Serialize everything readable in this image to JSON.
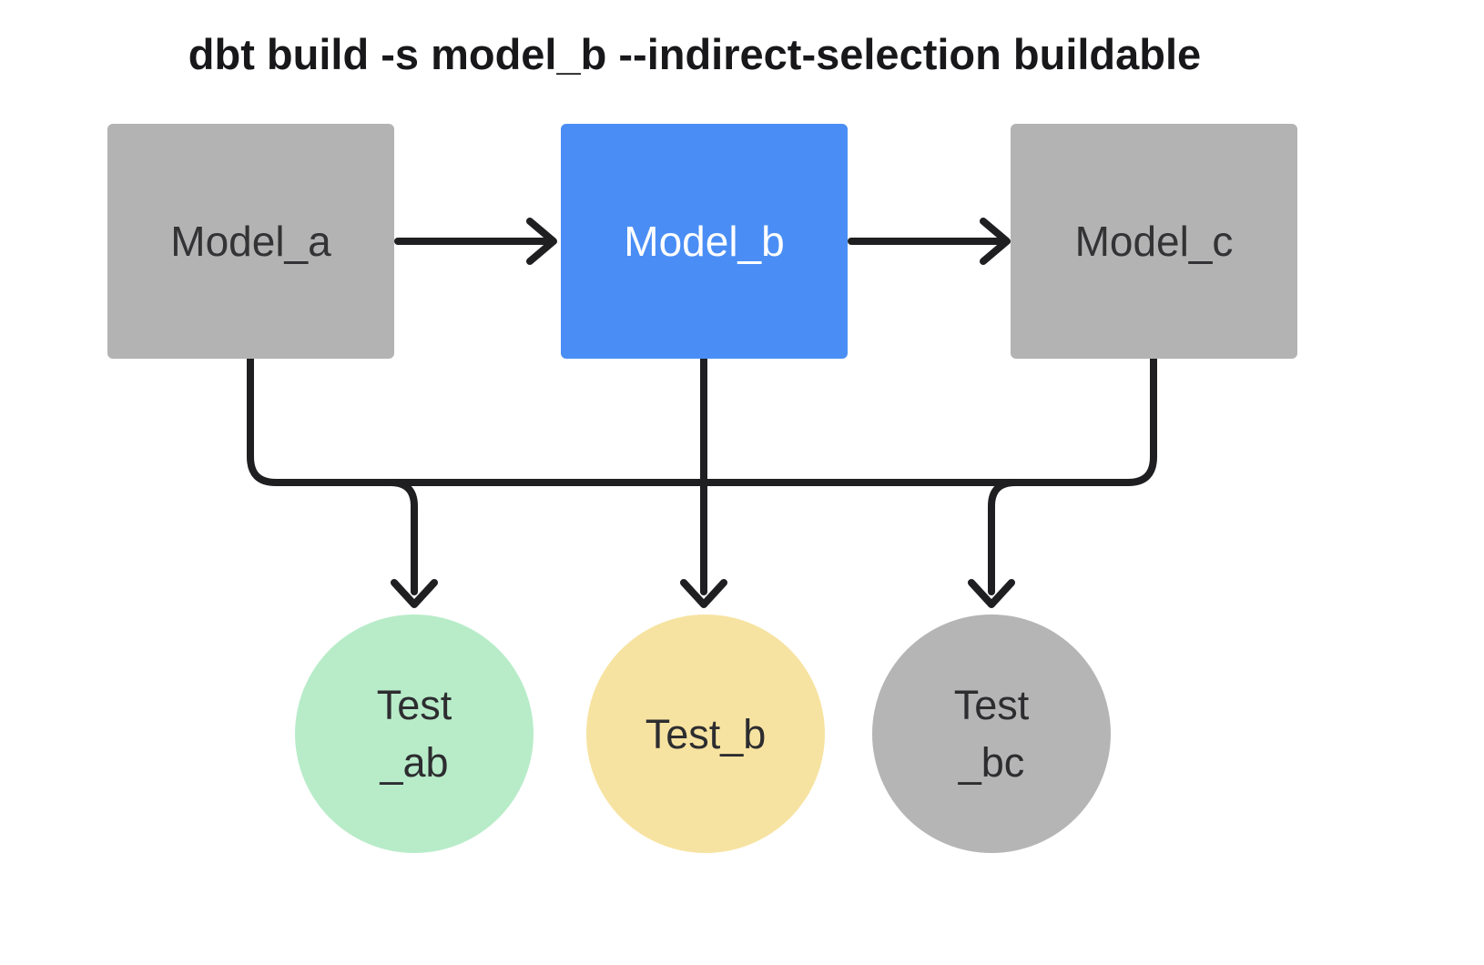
{
  "title": "dbt build -s model_b --indirect-selection buildable",
  "models": [
    {
      "id": "model_a",
      "label": "Model_a",
      "fill": "#b3b3b3",
      "text_color": "#333336"
    },
    {
      "id": "model_b",
      "label": "Model_b",
      "fill": "#4a8ef5",
      "text_color": "#ffffff"
    },
    {
      "id": "model_c",
      "label": "Model_c",
      "fill": "#b3b3b3",
      "text_color": "#333336"
    }
  ],
  "tests": [
    {
      "id": "test_ab",
      "label_lines": [
        "Test",
        "_ab"
      ],
      "fill": "#b8ecc9"
    },
    {
      "id": "test_b",
      "label_lines": [
        "Test_b"
      ],
      "fill": "#f7e3a1"
    },
    {
      "id": "test_bc",
      "label_lines": [
        "Test",
        "_bc"
      ],
      "fill": "#b5b5b5"
    }
  ],
  "connector_color": "#1f1f22"
}
